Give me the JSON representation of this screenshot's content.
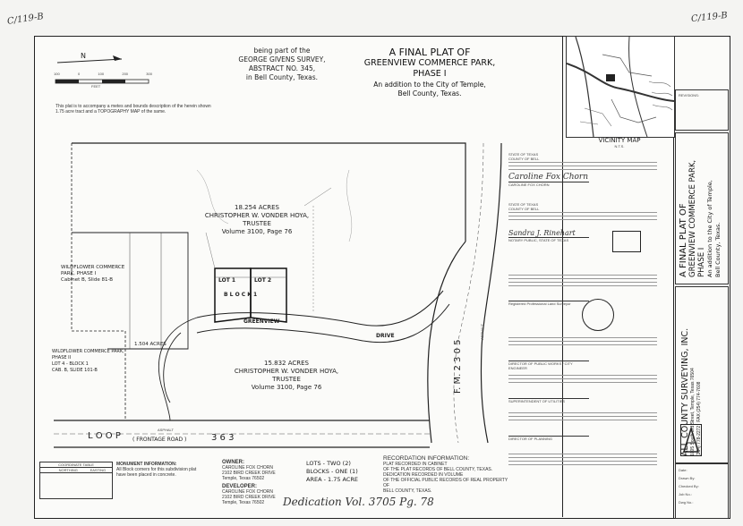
{
  "corner_notes": {
    "left": "C/119-B",
    "right": "C/119-B"
  },
  "header": {
    "survey_line1": "being part of the",
    "survey_line2": "GEORGE GIVENS SURVEY,",
    "survey_line3": "ABSTRACT NO. 345,",
    "survey_line4": "in Bell County, Texas.",
    "title_line1": "A FINAL PLAT OF",
    "title_line2": "GREENVIEW COMMERCE PARK,",
    "title_line3": "PHASE I",
    "subtitle_line1": "An addition to the City of Temple,",
    "subtitle_line2": "Bell County, Texas."
  },
  "scale": {
    "ticks": [
      "100",
      "0",
      "100",
      "200",
      "300"
    ],
    "unit": "FEET"
  },
  "plat_note": "This plat is to accompany a metes and bounds description of the herein shown 1.75 acre tract and a TOPOGRAPHY MAP of the same.",
  "vicinity_map": {
    "label": "VICINITY MAP",
    "scale": "N.T.S."
  },
  "revisions_label": "REVISIONS:",
  "side_title": {
    "line1": "A FINAL PLAT OF",
    "line2": "GREENVIEW COMMERCE PARK,",
    "line3": "PHASE I",
    "line4": "An addition to the City of Temple,",
    "line5": "Bell County, Texas."
  },
  "surveyor": {
    "name": "ALL COUNTY SURVEYING, INC.",
    "address": "1005 South 3rd Street, Temple, Texas 76504",
    "phone": "(254) 778-2272",
    "fax": "FAX (254) 774-7608"
  },
  "job_info": [
    {
      "label": "Date:",
      "value": ""
    },
    {
      "label": "Drawn By:",
      "value": ""
    },
    {
      "label": "Checked By:",
      "value": ""
    },
    {
      "label": "Job No.:",
      "value": ""
    },
    {
      "label": "Dwg No.:",
      "value": ""
    }
  ],
  "parcels": {
    "north_acres": "18.254 ACRES",
    "north_owner": "CHRISTOPHER W. VONDER HOYA,",
    "north_role": "TRUSTEE",
    "north_volume": "Volume 3100, Page 76",
    "south_acres": "15.832 ACRES",
    "south_owner": "CHRISTOPHER W. VONDER HOYA,",
    "south_role": "TRUSTEE",
    "south_volume": "Volume 3100, Page 76",
    "lot1": "LOT 1",
    "lot2": "LOT 2",
    "block": "B L O C K  1",
    "greenview": "GREENVIEW",
    "drive": "DRIVE",
    "wildflower1_line1": "WILDFLOWER COMMERCE",
    "wildflower1_line2": "PARK, PHASE I",
    "wildflower1_line3": "Cabinet B, Slide 81-B",
    "wildflower2_line1": "WILDFLOWER COMMERCE PARK,",
    "wildflower2_line2": "PHASE II",
    "wildflower2_line3": "LOT 4 - BLOCK 1",
    "wildflower2_line4": "CAB. B, SLIDE 101-B",
    "acres_1504": "1.504 ACRES",
    "fm_road": "F. M.   2 3 0 5",
    "asphalt": "ASPHALT",
    "loop": "L O O P",
    "frontage": "( FRONTAGE   ROAD )",
    "loop_num": "3 6 3"
  },
  "owner": {
    "label": "OWNER:",
    "name": "CAROLINE FOX CHORN",
    "addr1": "2102 BIRD CREEK DRIVE",
    "addr2": "Temple, Texas 76502"
  },
  "developer": {
    "label": "DEVELOPER:",
    "name": "CAROLINE FOX CHORN",
    "addr1": "2102 BIRD CREEK DRIVE",
    "addr2": "Temple, Texas 76502"
  },
  "monument_info": {
    "label": "MONUMENT INFORMATION:",
    "line1": "All Block corners for this subdivision plat",
    "line2": "have been placed in concrete."
  },
  "stats": {
    "lots": "LOTS - TWO (2)",
    "blocks": "BLOCKS - ONE (1)",
    "area": "AREA - 1.75  ACRE"
  },
  "recording": {
    "label": "RECORDATION INFORMATION:",
    "line1": "PLAT RECORDED IN CABINET",
    "line2": "OF THE PLAT RECORDS OF BELL COUNTY, TEXAS.",
    "line3": "DEDICATION RECORDED IN VOLUME",
    "line4": "OF THE OFFICIAL PUBLIC RECORDS OF REAL PROPERTY OF",
    "line5": "BELL COUNTY, TEXAS."
  },
  "coordinate_table": {
    "label": "COORDINATE TABLE",
    "headers": [
      "",
      "NORTHING",
      "EASTING"
    ]
  },
  "handwritten_footer": "Dedication Vol. 3705 Pg. 78",
  "certificates": [
    {
      "heading": "STATE OF TEXAS",
      "sub": "COUNTY OF BELL",
      "sig": "Caroline Fox Chorn",
      "caption": "CAROLINE FOX CHORN"
    },
    {
      "heading": "STATE OF TEXAS",
      "sub": "COUNTY OF BELL",
      "sig": "Sandra J. Rinehart",
      "caption": "NOTARY PUBLIC, STATE OF TEXAS"
    },
    {
      "heading": "",
      "sub": "",
      "sig": "",
      "caption": "Registered Professional Land Surveyor"
    },
    {
      "heading": "",
      "sub": "",
      "sig": "",
      "caption": "DIRECTOR OF PUBLIC WORKS / CITY ENGINEER"
    },
    {
      "heading": "",
      "sub": "",
      "sig": "",
      "caption": "SUPERINTENDENT OF UTILITIES"
    },
    {
      "heading": "",
      "sub": "",
      "sig": "",
      "caption": "DIRECTOR OF PLANNING"
    }
  ]
}
